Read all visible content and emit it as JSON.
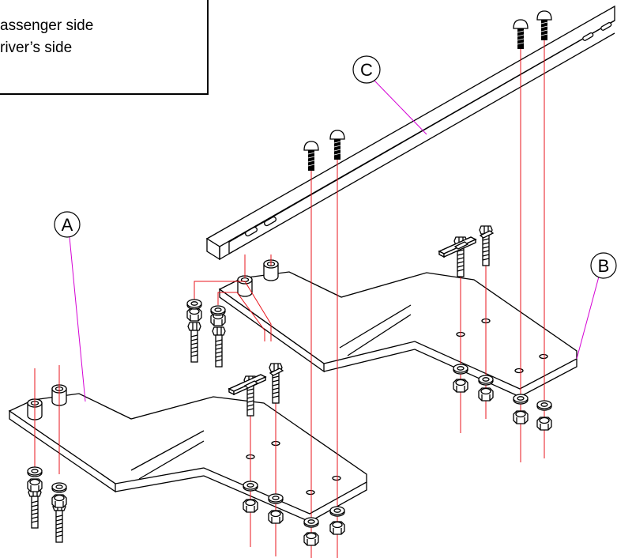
{
  "legend": {
    "lines": [
      "assenger side",
      "river’s side"
    ]
  },
  "callouts": {
    "a": "A",
    "b": "B",
    "c": "C"
  },
  "parts": {
    "bracket_a": "mounting-bracket",
    "bracket_b": "mounting-bracket",
    "rail_c": "slotted-angle-rail"
  },
  "colors": {
    "centerline": "#e8141c",
    "leader": "#d400d4",
    "outline": "#000000"
  }
}
